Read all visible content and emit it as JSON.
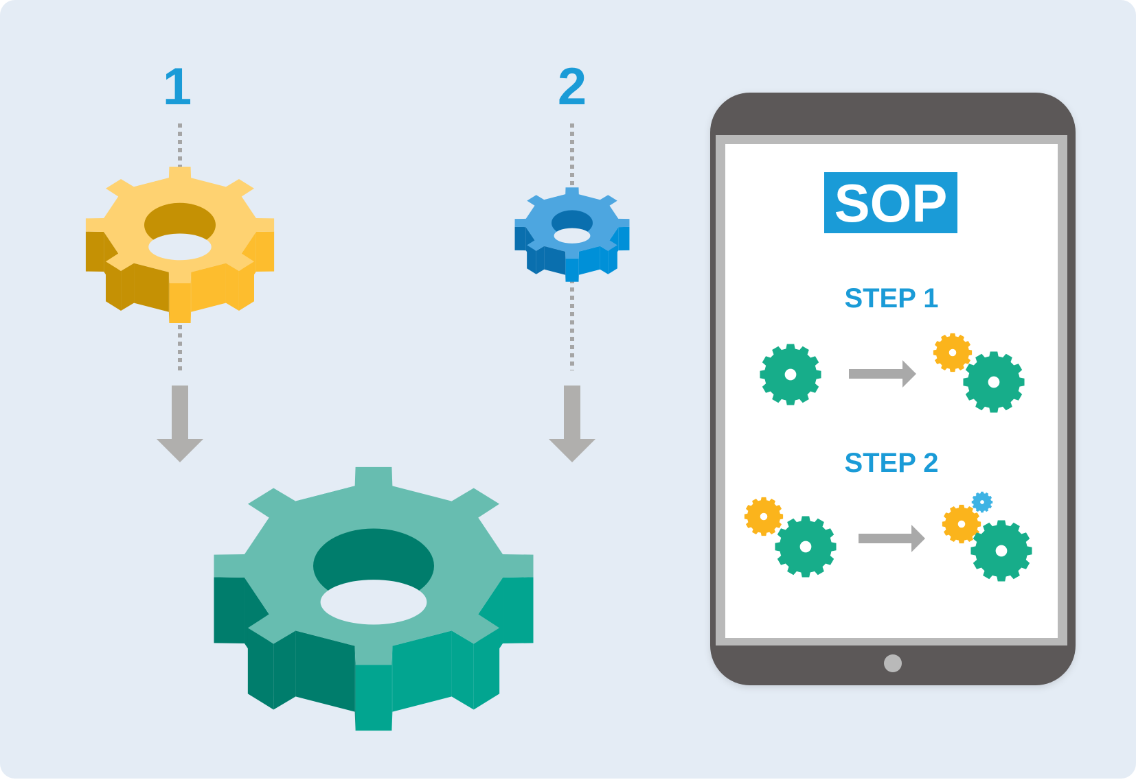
{
  "labels": {
    "step_one_number": "1",
    "step_two_number": "2"
  },
  "tablet": {
    "badge": "SOP",
    "step1": "STEP 1",
    "step2": "STEP 2"
  },
  "colors": {
    "background": "#e4ecf5",
    "accent_blue": "#1a9bd7",
    "yellow_gear": "#fdbd2e",
    "blue_gear": "#4da6e0",
    "teal_gear": "#02a590",
    "green_gear": "#17ad8a",
    "arrow_gray": "#b0afad",
    "tablet_frame": "#5b5959"
  },
  "icons": {
    "yellow": "yellow-gear-icon",
    "blue": "blue-gear-icon",
    "teal": "teal-gear-icon",
    "arrow": "arrow-down-icon"
  }
}
